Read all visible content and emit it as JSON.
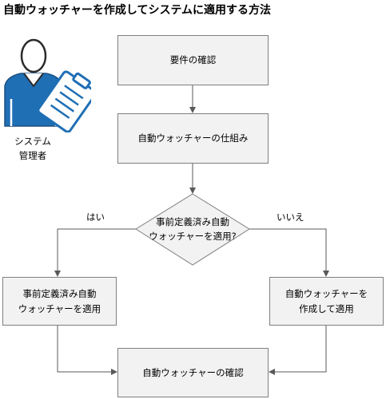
{
  "title": "自動ウォッチャーを作成してシステムに適用する方法",
  "role": {
    "line1": "システム",
    "line2": "管理者",
    "icon": "administrator-clipboard-icon"
  },
  "nodes": {
    "requirements": "要件の確認",
    "mechanism": "自動ウォッチャーの仕組み",
    "decision": "事前定義済み自動\nウォッチャーを適用?",
    "apply_predefined": "事前定義済み自動\nウォッチャーを適用",
    "create_apply": "自動ウォッチャーを\n作成して適用",
    "verify": "自動ウォッチャーの確認"
  },
  "branches": {
    "yes": "はい",
    "no": "いいえ"
  },
  "colors": {
    "box_fill": "#f2f2f2",
    "box_border": "#7f7f7f",
    "line": "#595959",
    "icon_blue": "#1f6fb5"
  }
}
